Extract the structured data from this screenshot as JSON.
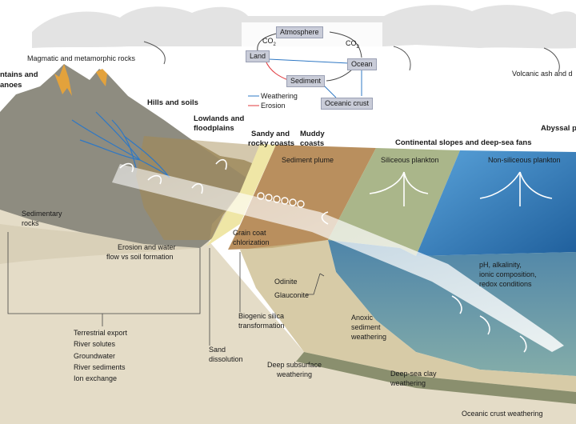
{
  "labels": {
    "magmatic": "Magmatic and metamorphic rocks",
    "mountains": "ntains and",
    "volcanoes": "anoes",
    "hills": "Hills and soils",
    "lowlands": "Lowlands and",
    "floodplains": "floodplains",
    "sandy": "Sandy and",
    "rocky": "rocky coasts",
    "muddy": "Muddy",
    "coasts": "coasts",
    "continental": "Continental slopes and deep-sea fans",
    "abyssal": "Abyssal p",
    "volcanic_ash": "Volcanic ash and d",
    "sediment_plume": "Sediment plume",
    "siliceous": "Siliceous plankton",
    "nonsiliceous": "Non-siliceous plankton",
    "sedimentary": "Sedimentary",
    "rocks": "rocks",
    "erosion_water": "Erosion and water",
    "flow_soil": "flow vs soil formation",
    "grain_coat": "Grain coat",
    "chlorization": "chlorization",
    "ph": "pH, alkalinity,",
    "ionic": "ionic composition,",
    "redox": "redox conditions",
    "odinite": "Odinite",
    "glauconite": "Glauconite",
    "biogenic": "Biogenic silica",
    "transformation": "transformation",
    "anoxic": "Anoxic",
    "anoxic_sed": "sediment",
    "anoxic_weath": "weathering",
    "sand": "Sand",
    "dissolution": "dissolution",
    "deep_sub": "Deep subsurface",
    "deep_sub_w": "weathering",
    "clay": "Deep-sea clay",
    "clay_w": "weathering",
    "oceanic_weathering": "Oceanic crust weathering"
  },
  "cycle": {
    "atmosphere": "Atmosphere",
    "land": "Land",
    "ocean": "Ocean",
    "sediment": "Sediment",
    "crust": "Oceanic crust",
    "co2_left": "CO",
    "co2_right": "CO",
    "subscript": "2"
  },
  "legend": {
    "weathering": "Weathering",
    "erosion": "Erosion"
  },
  "terrestrial_list": [
    "Terrestrial export",
    "River solutes",
    "Groundwater",
    "River sediments",
    "Ion exchange"
  ],
  "colors": {
    "weathering": "#2f78c4",
    "erosion": "#e0393e",
    "ocean": "#3a82c6",
    "mountain": "#8d8b7e",
    "sediment": "#b9915f",
    "node": "#c9ccd8"
  }
}
